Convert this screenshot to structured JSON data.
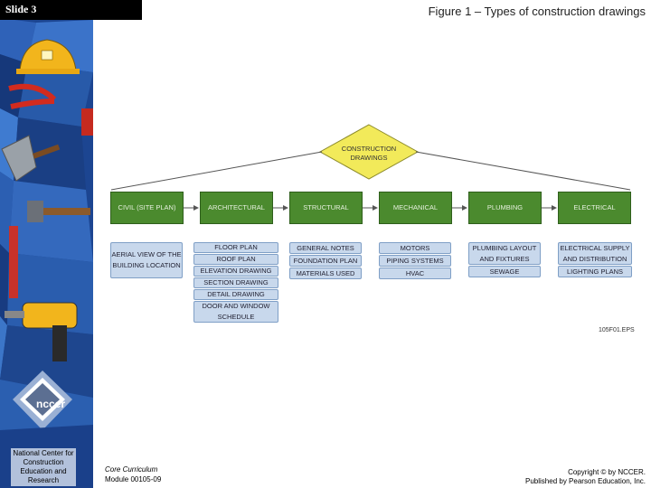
{
  "slide_label": "Slide 3",
  "figure_title": "Figure 1 – Types of construction drawings",
  "diagram": {
    "root": "CONSTRUCTION DRAWINGS",
    "categories": [
      {
        "label": "CIVIL (SITE PLAN)",
        "items": [
          "AERIAL VIEW OF THE BUILDING LOCATION"
        ]
      },
      {
        "label": "ARCHITECTURAL",
        "items": [
          "FLOOR PLAN",
          "ROOF PLAN",
          "ELEVATION DRAWING",
          "SECTION DRAWING",
          "DETAIL DRAWING",
          "DOOR AND WINDOW SCHEDULE"
        ]
      },
      {
        "label": "STRUCTURAL",
        "items": [
          "GENERAL NOTES",
          "FOUNDATION PLAN",
          "MATERIALS USED"
        ]
      },
      {
        "label": "MECHANICAL",
        "items": [
          "MOTORS",
          "PIPING SYSTEMS",
          "HVAC"
        ]
      },
      {
        "label": "PLUMBING",
        "items": [
          "PLUMBING LAYOUT AND FIXTURES",
          "SEWAGE"
        ]
      },
      {
        "label": "ELECTRICAL",
        "items": [
          "ELECTRICAL SUPPLY AND DISTRIBUTION",
          "LIGHTING PLANS"
        ]
      }
    ],
    "figure_code": "105F01.EPS"
  },
  "logo": {
    "text": "nccer"
  },
  "org_caption": "National Center for Construction Education and Research",
  "footer": {
    "curriculum": "Core Curriculum",
    "module": "Module 00105-09",
    "copyright_line1": "Copyright © by NCCER.",
    "copyright_line2": "Published by Pearson Education, Inc."
  },
  "colors": {
    "category_green": "#4b8a2e",
    "item_blue": "#c8d8ec",
    "diamond_yellow": "#f2ea5a"
  }
}
